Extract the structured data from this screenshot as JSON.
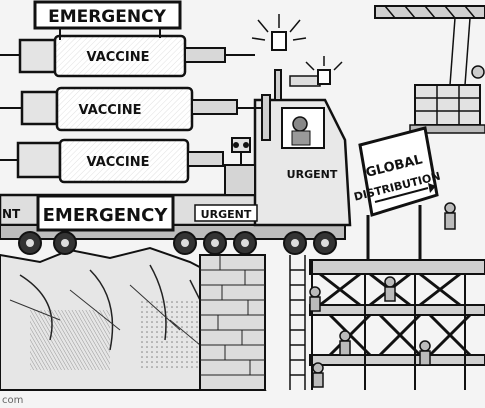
{
  "cartoon": {
    "signs": {
      "top_banner": "EMERGENCY",
      "truck_banner": "EMERGENCY",
      "trailer_front": "NT",
      "cab_urgent": "URGENT",
      "trailer_urgent": "URGENT",
      "distribution_line1": "GLOBAL",
      "distribution_line2": "DISTRIBUTION"
    },
    "syringes": [
      {
        "label": "VACCINE"
      },
      {
        "label": "VACCINE"
      },
      {
        "label": "VACCINE"
      }
    ],
    "watermark": "com"
  }
}
